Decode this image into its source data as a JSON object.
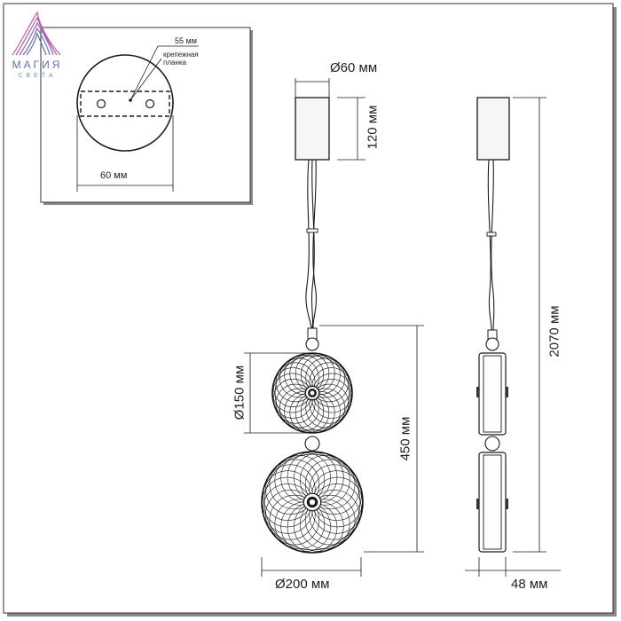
{
  "brand": {
    "logo_name": "МАГИЯ",
    "logo_sub": "СВЕТА"
  },
  "inset": {
    "bar_label": "55 мм",
    "mount_label": "крепежная планка",
    "width_label": "60 мм"
  },
  "front_view": {
    "canopy_diameter": "Ø60 мм",
    "canopy_height": "120 мм",
    "small_disc_diameter": "Ø150 мм",
    "body_height": "450 мм",
    "large_disc_diameter": "Ø200 мм"
  },
  "side_view": {
    "total_height": "2070 мм",
    "depth": "48 мм"
  },
  "colors": {
    "line": "#1a1a1a",
    "canopy_fill": "#f6f6f6",
    "logo_pink": "#d05aa8",
    "logo_blue": "#5b6fb0"
  }
}
